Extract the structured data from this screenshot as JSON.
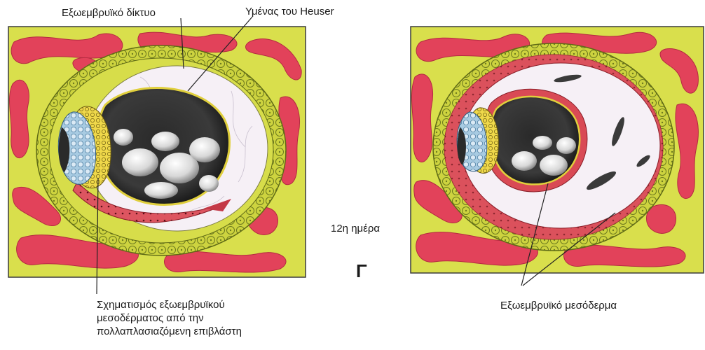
{
  "labels": {
    "exocoelomic_net": "Εξωεμβρυϊκό δίκτυο",
    "heuser_membrane": "Υμένας του Heuser",
    "day": "12η ημέρα",
    "panel_letter": "Γ",
    "mesoderm_formation": "Σχηματισμός εξωεμβρυϊκού\nμεσοδέρματος από την\nπολλαπλασιαζόμενη επιβλάστη",
    "extraembryonic_mesoderm": "Εξωεμβρυϊκό μεσόδερμα"
  },
  "colors": {
    "syncytio": "#d8de4a",
    "lacuna": "#e3435a",
    "lacuna_light": "#f07c86",
    "cyto": "#c9cf3e",
    "cyto_outline": "#6e7a1c",
    "reticulum": "#f6f1f7",
    "yolk_dark": "#1e1e1e",
    "epiblast": "#9cc3de",
    "hypoblast": "#e7d64a",
    "mesoderm": "#d94a55"
  }
}
